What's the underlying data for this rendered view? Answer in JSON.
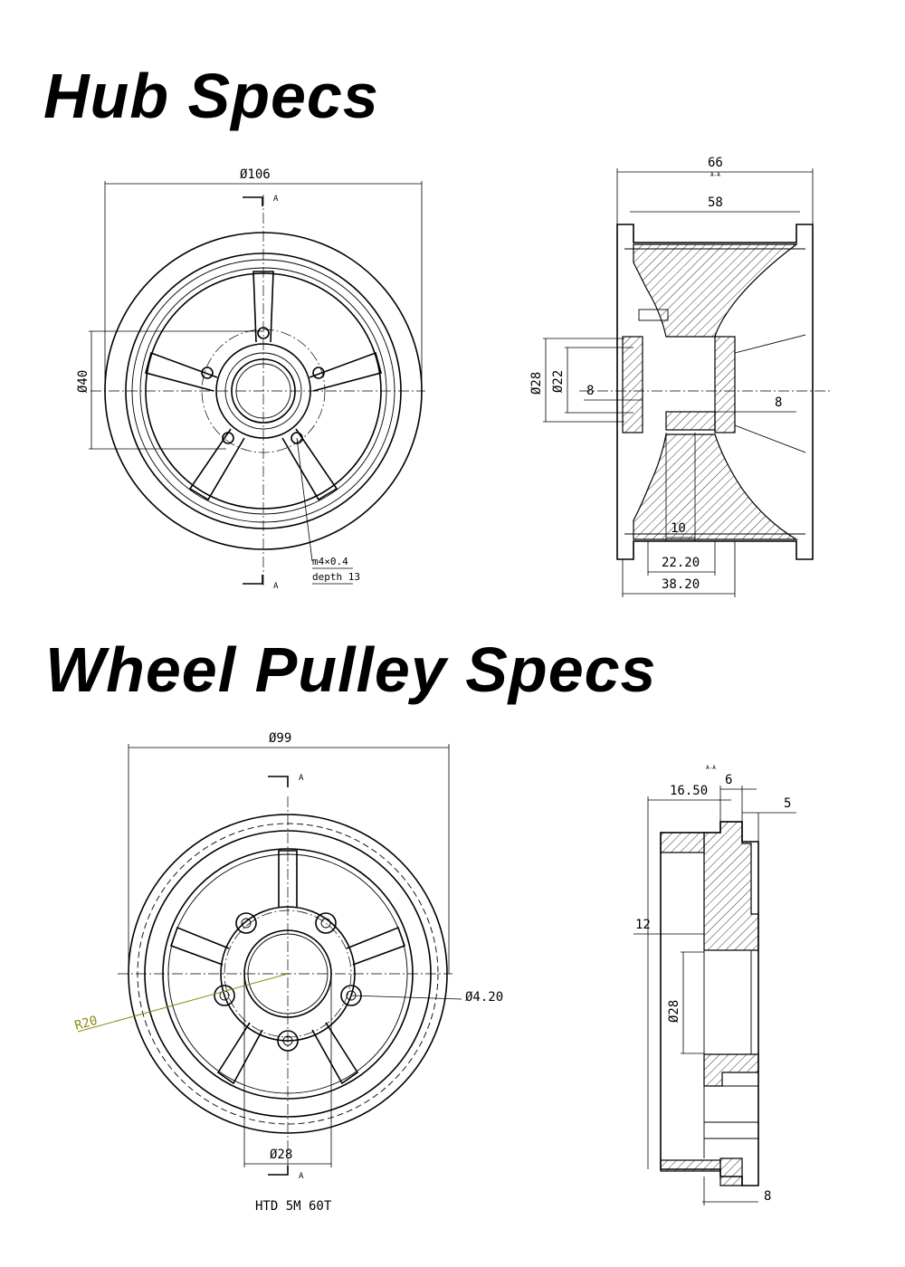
{
  "headings": {
    "hub": "Hub Specs",
    "pulley": "Wheel Pulley Specs"
  },
  "hub_front": {
    "diameter_outer": "Ø106",
    "diameter_bolt": "Ø40",
    "section_mark_top": "A",
    "section_mark_bottom": "A",
    "thread_note_line1": "m4×0.4",
    "thread_note_line2": "depth 13"
  },
  "hub_side": {
    "width_total": "66",
    "width_section": "A-A",
    "width_inner": "58",
    "diameter_a": "Ø28",
    "diameter_b": "Ø22",
    "left_bore": "8",
    "right_bore": "8",
    "dim_10": "10",
    "dim_22": "22.20",
    "dim_38": "38.20"
  },
  "pulley_front": {
    "diameter_outer": "Ø99",
    "section_mark_top": "A",
    "section_mark_bottom": "A",
    "radius": "R20",
    "hole_diameter": "Ø4.20",
    "bore_diameter": "Ø28",
    "belt_note": "HTD 5M 60T"
  },
  "pulley_side": {
    "section_label": "A-A",
    "dim_16": "16.50",
    "dim_6": "6",
    "dim_5": "5",
    "dim_12": "12",
    "bore_diameter": "Ø28",
    "dim_8": "8"
  },
  "colors": {
    "line": "#000000",
    "radius_callout": "#8a8a1a",
    "background": "#ffffff"
  }
}
